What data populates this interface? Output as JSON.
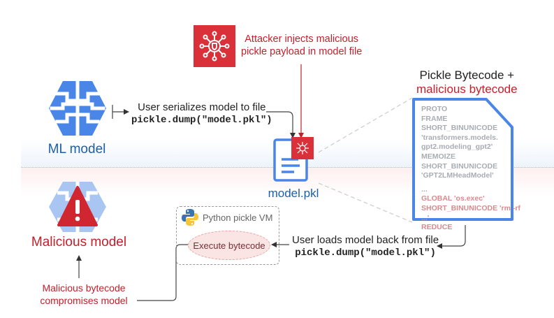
{
  "attacker": {
    "line1": "Attacker injects malicious",
    "line2": "pickle payload in model file",
    "icon": "network-shield-icon"
  },
  "ml_model": {
    "label": "ML model",
    "icon": "brain-icon"
  },
  "serialize": {
    "text": "User serializes model to file",
    "code": "pickle.dump(\"model.pkl\")"
  },
  "model_file": {
    "label": "model.pkl",
    "icon": "document-icon"
  },
  "bytecode": {
    "title_line1": "Pickle Bytecode +",
    "title_line2": "malicious bytecode",
    "benign_lines": [
      "PROTO",
      "FRAME",
      "SHORT_BINUNICODE",
      "'transformers.models.",
      "gpt2.modeling_gpt2'",
      "MEMOIZE",
      "SHORT_BINUNICODE",
      "'GPT2LMHeadModel'",
      "...",
      ""
    ],
    "malicious_lines": [
      "GLOBAL 'os.exec'",
      "SHORT_BINUNICODE 'rm -rf",
      "...'",
      "REDUCE"
    ]
  },
  "load": {
    "text": "User loads model back from file",
    "code": "pickle.dump(\"model.pkl\")"
  },
  "vm": {
    "label": "Python pickle VM",
    "icon": "python-logo-icon",
    "execute_label": "Execute bytecode"
  },
  "malicious_model": {
    "label": "Malicious model",
    "icon": "warning-brain-icon"
  },
  "compromise": {
    "line1": "Malicious bytecode",
    "line2": "compromises model"
  },
  "colors": {
    "accent_red": "#c4202a",
    "icon_blue": "#4a86e8",
    "text_blue": "#1b5fad"
  }
}
